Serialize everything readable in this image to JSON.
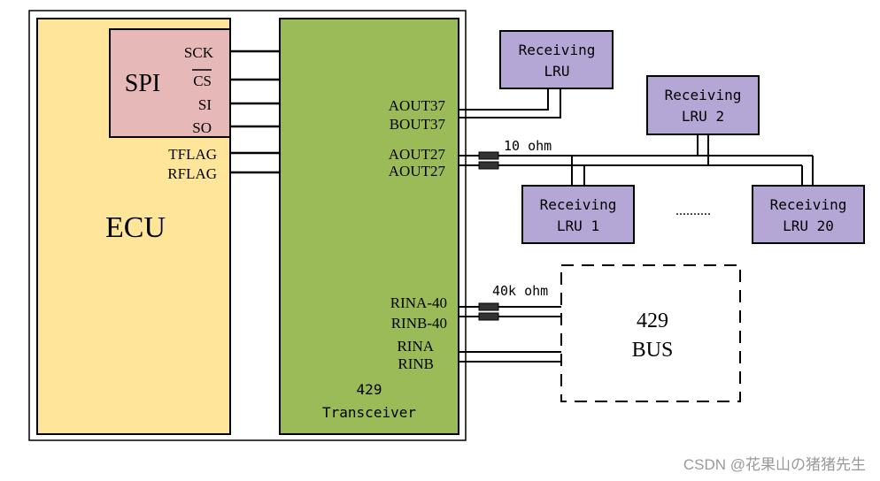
{
  "ecu": {
    "label": "ECU",
    "fill": "#ffe599"
  },
  "spi": {
    "label": "SPI",
    "fill": "#e6b8b7",
    "pins": [
      "SCK",
      "CS",
      "SI",
      "SO"
    ]
  },
  "ecu_pins": [
    "TFLAG",
    "RFLAG"
  ],
  "transceiver": {
    "label_line1": "429",
    "label_line2": "Transceiver",
    "fill": "#9bbb59"
  },
  "transceiver_pins": {
    "aout37": "AOUT37",
    "bout37": "BOUT37",
    "aout27_top": "AOUT27",
    "aout27_bottom": "AOUT27",
    "rina40": "RINA-40",
    "rinb40": "RINB-40",
    "rina": "RINA",
    "rinb": "RINB"
  },
  "resistor_10": "10 ohm",
  "resistor_40k": "40k ohm",
  "lrus": {
    "fill": "#b4a7d6",
    "lru": {
      "line1": "Receiving",
      "line2": "LRU"
    },
    "lru2": {
      "line1": "Receiving",
      "line2": "LRU 2"
    },
    "lru1": {
      "line1": "Receiving",
      "line2": "LRU 1"
    },
    "lru20": {
      "line1": "Receiving",
      "line2": "LRU 20"
    }
  },
  "ellipsis": "..........",
  "bus": {
    "line1": "429",
    "line2": "BUS"
  },
  "watermark": "CSDN @花果山の猪猪先生"
}
